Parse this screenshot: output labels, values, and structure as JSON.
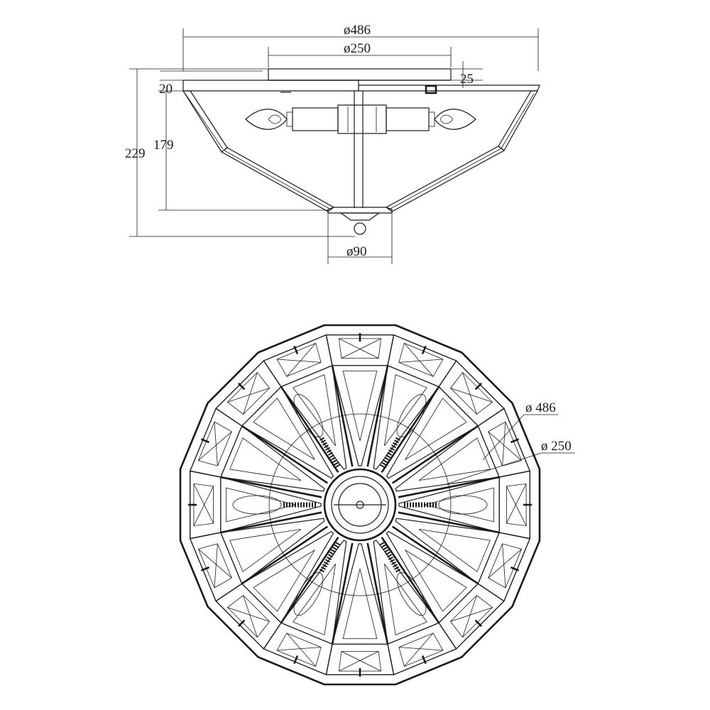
{
  "side_view": {
    "dim_overall_diameter": "ø486",
    "dim_canopy_diameter": "ø250",
    "dim_canopy_thickness": "25",
    "dim_shade_offset": "20",
    "dim_total_height": "229",
    "dim_shade_height": "179",
    "dim_bottom_cap_diameter": "ø90"
  },
  "bottom_view": {
    "label_outer_diameter": "ø 486",
    "label_canopy_diameter": "ø 250"
  },
  "colors": {
    "ink": "#1a1a1a",
    "paper": "#ffffff"
  }
}
